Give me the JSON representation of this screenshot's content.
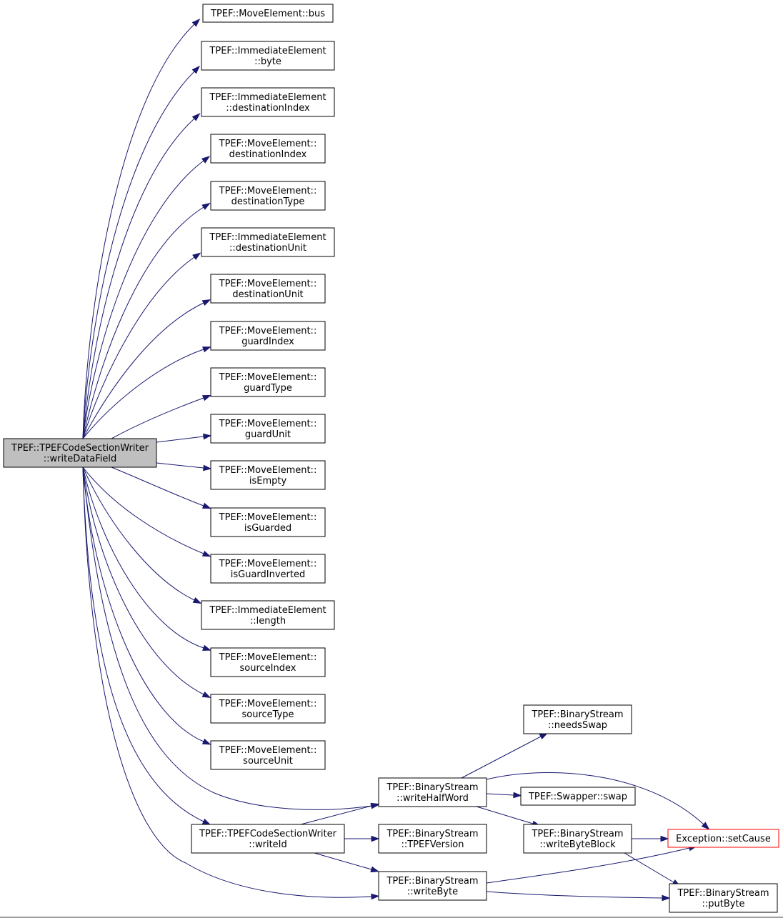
{
  "diagram": {
    "edge_color": "#191970",
    "root_fill": "#bfbfbf",
    "warning_border": "#ff0000",
    "nodes": [
      {
        "id": "root",
        "lines": [
          "TPEF::TPEFCodeSectionWriter",
          "::writeDataField"
        ],
        "style": "root"
      },
      {
        "id": "bus",
        "lines": [
          "TPEF::MoveElement::bus"
        ],
        "style": "normal"
      },
      {
        "id": "ie_byte",
        "lines": [
          "TPEF::ImmediateElement",
          "::byte"
        ],
        "style": "normal"
      },
      {
        "id": "ie_destIndex",
        "lines": [
          "TPEF::ImmediateElement",
          "::destinationIndex"
        ],
        "style": "normal"
      },
      {
        "id": "me_destIndex",
        "lines": [
          "TPEF::MoveElement::",
          "destinationIndex"
        ],
        "style": "normal"
      },
      {
        "id": "me_destType",
        "lines": [
          "TPEF::MoveElement::",
          "destinationType"
        ],
        "style": "normal"
      },
      {
        "id": "ie_destUnit",
        "lines": [
          "TPEF::ImmediateElement",
          "::destinationUnit"
        ],
        "style": "normal"
      },
      {
        "id": "me_destUnit",
        "lines": [
          "TPEF::MoveElement::",
          "destinationUnit"
        ],
        "style": "normal"
      },
      {
        "id": "me_guardIndex",
        "lines": [
          "TPEF::MoveElement::",
          "guardIndex"
        ],
        "style": "normal"
      },
      {
        "id": "me_guardType",
        "lines": [
          "TPEF::MoveElement::",
          "guardType"
        ],
        "style": "normal"
      },
      {
        "id": "me_guardUnit",
        "lines": [
          "TPEF::MoveElement::",
          "guardUnit"
        ],
        "style": "normal"
      },
      {
        "id": "me_isEmpty",
        "lines": [
          "TPEF::MoveElement::",
          "isEmpty"
        ],
        "style": "normal"
      },
      {
        "id": "me_isGuarded",
        "lines": [
          "TPEF::MoveElement::",
          "isGuarded"
        ],
        "style": "normal"
      },
      {
        "id": "me_isGuardInverted",
        "lines": [
          "TPEF::MoveElement::",
          "isGuardInverted"
        ],
        "style": "normal"
      },
      {
        "id": "ie_length",
        "lines": [
          "TPEF::ImmediateElement",
          "::length"
        ],
        "style": "normal"
      },
      {
        "id": "me_sourceIndex",
        "lines": [
          "TPEF::MoveElement::",
          "sourceIndex"
        ],
        "style": "normal"
      },
      {
        "id": "me_sourceType",
        "lines": [
          "TPEF::MoveElement::",
          "sourceType"
        ],
        "style": "normal"
      },
      {
        "id": "me_sourceUnit",
        "lines": [
          "TPEF::MoveElement::",
          "sourceUnit"
        ],
        "style": "normal"
      },
      {
        "id": "bs_needsSwap",
        "lines": [
          "TPEF::BinaryStream",
          "::needsSwap"
        ],
        "style": "normal"
      },
      {
        "id": "bs_writeHalfWord",
        "lines": [
          "TPEF::BinaryStream",
          "::writeHalfWord"
        ],
        "style": "normal"
      },
      {
        "id": "sw_swap",
        "lines": [
          "TPEF::Swapper::swap"
        ],
        "style": "normal"
      },
      {
        "id": "cw_writeId",
        "lines": [
          "TPEF::TPEFCodeSectionWriter",
          "::writeId"
        ],
        "style": "normal"
      },
      {
        "id": "bs_TPEFVersion",
        "lines": [
          "TPEF::BinaryStream",
          "::TPEFVersion"
        ],
        "style": "normal"
      },
      {
        "id": "bs_writeByteBlock",
        "lines": [
          "TPEF::BinaryStream",
          "::writeByteBlock"
        ],
        "style": "normal"
      },
      {
        "id": "ex_setCause",
        "lines": [
          "Exception::setCause"
        ],
        "style": "warning"
      },
      {
        "id": "bs_writeByte",
        "lines": [
          "TPEF::BinaryStream",
          "::writeByte"
        ],
        "style": "normal"
      },
      {
        "id": "bs_putByte",
        "lines": [
          "TPEF::BinaryStream",
          "::putByte"
        ],
        "style": "normal"
      }
    ],
    "edges": [
      {
        "from": "root",
        "to": "bus"
      },
      {
        "from": "root",
        "to": "ie_byte"
      },
      {
        "from": "root",
        "to": "ie_destIndex"
      },
      {
        "from": "root",
        "to": "me_destIndex"
      },
      {
        "from": "root",
        "to": "me_destType"
      },
      {
        "from": "root",
        "to": "ie_destUnit"
      },
      {
        "from": "root",
        "to": "me_destUnit"
      },
      {
        "from": "root",
        "to": "me_guardIndex"
      },
      {
        "from": "root",
        "to": "me_guardType"
      },
      {
        "from": "root",
        "to": "me_guardUnit"
      },
      {
        "from": "root",
        "to": "me_isEmpty"
      },
      {
        "from": "root",
        "to": "me_isGuarded"
      },
      {
        "from": "root",
        "to": "me_isGuardInverted"
      },
      {
        "from": "root",
        "to": "ie_length"
      },
      {
        "from": "root",
        "to": "me_sourceIndex"
      },
      {
        "from": "root",
        "to": "me_sourceType"
      },
      {
        "from": "root",
        "to": "me_sourceUnit"
      },
      {
        "from": "root",
        "to": "bs_writeHalfWord"
      },
      {
        "from": "root",
        "to": "cw_writeId"
      },
      {
        "from": "root",
        "to": "bs_writeByte"
      },
      {
        "from": "bs_writeHalfWord",
        "to": "bs_needsSwap"
      },
      {
        "from": "bs_writeHalfWord",
        "to": "ex_setCause"
      },
      {
        "from": "bs_writeHalfWord",
        "to": "sw_swap"
      },
      {
        "from": "bs_writeHalfWord",
        "to": "bs_writeByteBlock"
      },
      {
        "from": "cw_writeId",
        "to": "bs_writeHalfWord"
      },
      {
        "from": "cw_writeId",
        "to": "bs_TPEFVersion"
      },
      {
        "from": "cw_writeId",
        "to": "bs_writeByte"
      },
      {
        "from": "bs_writeByteBlock",
        "to": "ex_setCause"
      },
      {
        "from": "bs_writeByteBlock",
        "to": "bs_putByte"
      },
      {
        "from": "bs_writeByte",
        "to": "ex_setCause"
      },
      {
        "from": "bs_writeByte",
        "to": "bs_putByte"
      }
    ]
  }
}
